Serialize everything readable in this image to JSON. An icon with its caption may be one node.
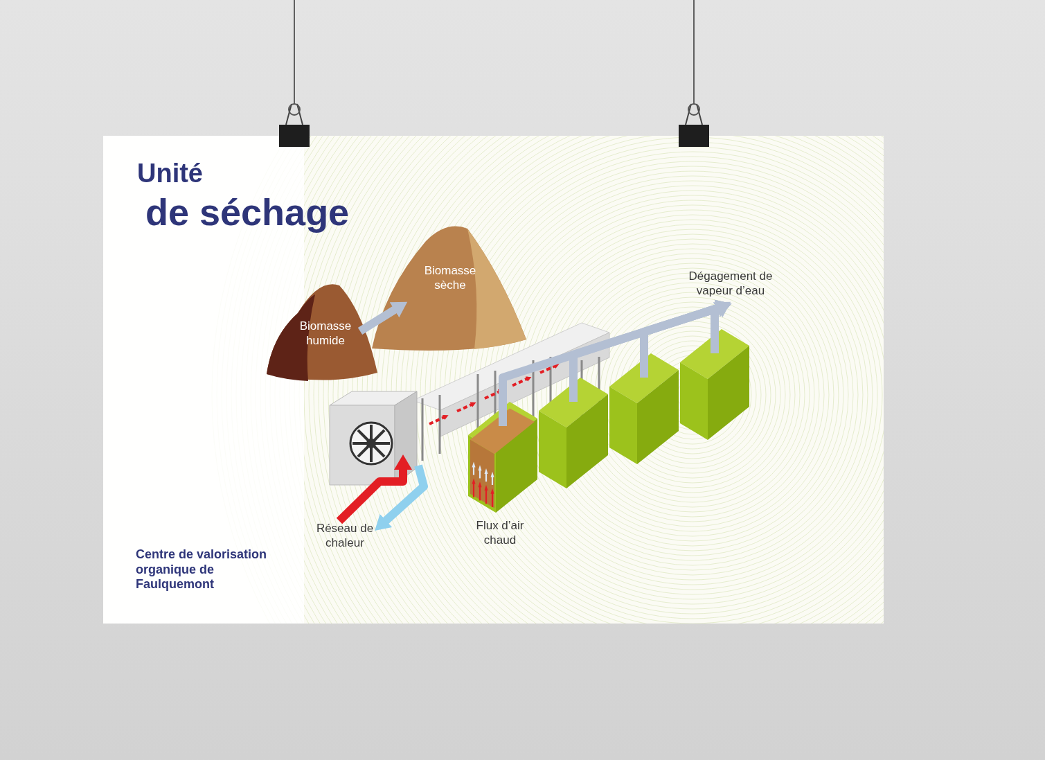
{
  "diagram": {
    "title": "Unité de séchage",
    "caption": "Centre de valorisation organique de Faulquemont",
    "nodes": [
      {
        "text": [
          "Biomasse humide"
        ]
      },
      {
        "text": [
          "Biomasse sèche"
        ]
      },
      {
        "text": [],
        "shape": "box"
      },
      {
        "text": [
          "Réseau de chaleur"
        ]
      },
      {
        "text": [],
        "shape": "box"
      },
      {
        "text": [],
        "shape": "box"
      },
      {
        "text": [],
        "shape": "box"
      },
      {
        "text": [],
        "shape": "box"
      },
      {
        "text": [
          "Dégagement de vapeur d’eau"
        ]
      }
    ],
    "edges": [
      {
        "from": 0,
        "to": 1,
        "arrow": "to"
      },
      {
        "from": 3,
        "to": 2,
        "arrow": "to",
        "color": "#e31e24"
      },
      {
        "from": 2,
        "to": 3,
        "arrow": "to",
        "color": "#8fd0ee"
      },
      {
        "from": 4,
        "to": 8,
        "arrow": "to"
      },
      {
        "from": 5,
        "to": 8,
        "arrow": "to"
      },
      {
        "from": 6,
        "to": 8,
        "arrow": "to"
      },
      {
        "from": 7,
        "to": 8,
        "arrow": "to"
      }
    ],
    "labels": [
      "Flux d’air chaud"
    ]
  }
}
